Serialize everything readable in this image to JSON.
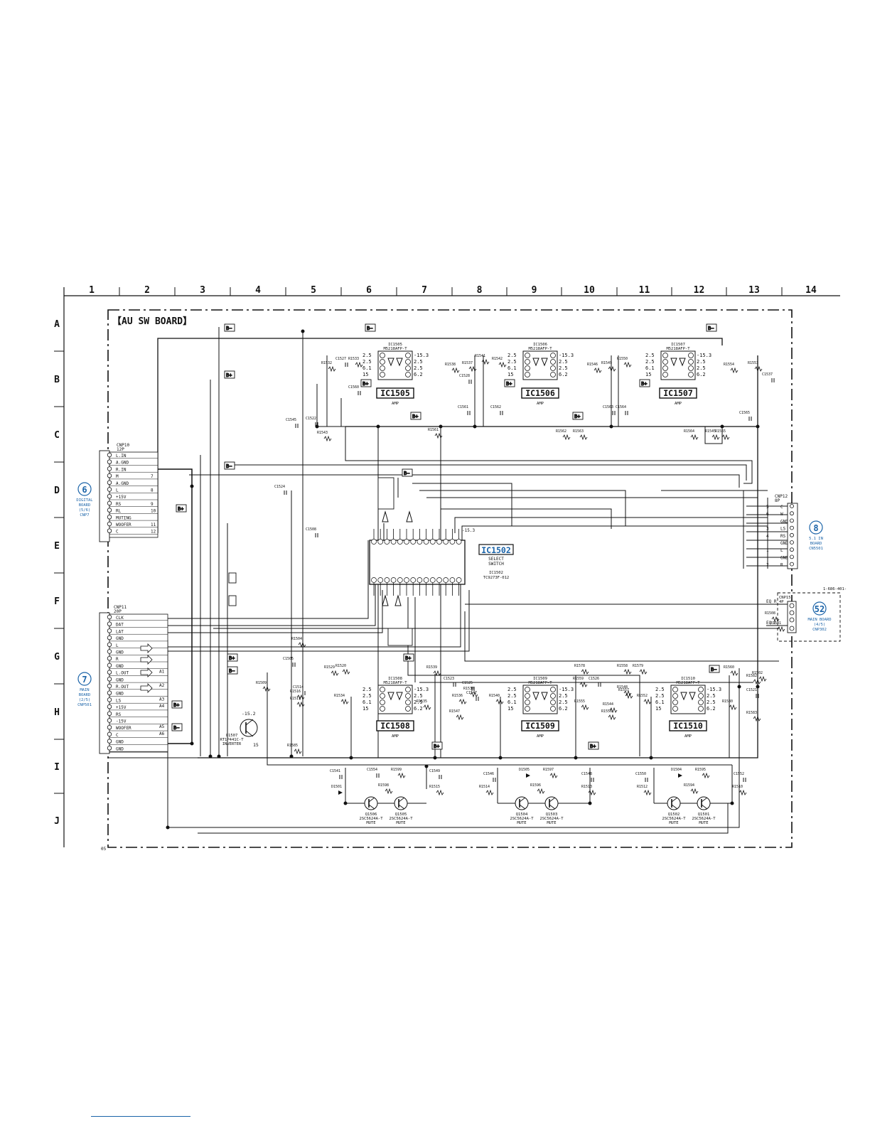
{
  "board_title": "【AU SW BOARD】",
  "page_code": "05",
  "grid": {
    "cols": [
      "1",
      "2",
      "3",
      "4",
      "5",
      "6",
      "7",
      "8",
      "9",
      "10",
      "11",
      "12",
      "13",
      "14"
    ],
    "rows": [
      "A",
      "B",
      "C",
      "D",
      "E",
      "F",
      "G",
      "H",
      "I",
      "J"
    ]
  },
  "colors": {
    "line": "#111111",
    "accent": "#1a63a8"
  },
  "ics": [
    {
      "ref": "IC1505",
      "func": "AMP",
      "part_ref": "IC1505",
      "part": "M5218AFP-T"
    },
    {
      "ref": "IC1506",
      "func": "AMP",
      "part_ref": "IC1506",
      "part": "M5218AFP-T"
    },
    {
      "ref": "IC1507",
      "func": "AMP",
      "part_ref": "IC1507",
      "part": "M5218AFP-T"
    },
    {
      "ref": "IC1508",
      "func": "AMP",
      "part_ref": "IC1508",
      "part": "M5218AFP-T"
    },
    {
      "ref": "IC1509",
      "func": "AMP",
      "part_ref": "IC1509",
      "part": "M5218AFP-T"
    },
    {
      "ref": "IC1510",
      "func": "AMP",
      "part_ref": "IC1510",
      "part": "M5218AFP-T"
    }
  ],
  "select_switch": {
    "ref": "IC1502",
    "func1": "SELECT",
    "func2": "SWITCH",
    "part_ref": "IC1502",
    "part": "TC9273F-012",
    "supply": "-15.3"
  },
  "connectors": {
    "cnp10": {
      "name": "CNP10",
      "pins_label": "12P",
      "num": "6",
      "board_lines": [
        "DIGITAL",
        "BOARD",
        "(5/6)",
        "CNP7"
      ],
      "signals": [
        "L.IN",
        "A.GND",
        "R.IN",
        "M",
        "A.GND",
        "L",
        "+15V",
        "RS",
        "RL",
        "MUTING",
        "WOOFER",
        "C"
      ],
      "pin_nums": [
        "",
        "",
        "",
        "7",
        "",
        "8",
        "",
        "9",
        "10",
        "",
        "11",
        "12"
      ]
    },
    "cnp11": {
      "name": "CNP11",
      "pins_label": "20P",
      "num": "7",
      "board_lines": [
        "MAIN",
        "BOARD",
        "(2/5)",
        "CNP501"
      ],
      "signals": [
        "CLK",
        "DAT",
        "LAT",
        "GND",
        "L",
        "GND",
        "R",
        "GND",
        "L.OUT",
        "GND",
        "R.OUT",
        "GND",
        "LS",
        "+15V",
        "RS",
        "-15V",
        "WOOFER",
        "C",
        "GND",
        "GND"
      ],
      "tags": [
        "",
        "",
        "",
        "",
        "",
        "",
        "",
        "",
        "A1",
        "",
        "A2",
        "",
        "A3",
        "A4",
        "",
        "",
        "A5",
        "A6",
        "",
        ""
      ]
    },
    "cnp12": {
      "name": "CNP12",
      "pins_label": "8P",
      "num": "8",
      "board_lines": [
        "5.1 IN",
        "BOARD",
        "CN5501"
      ],
      "signals": [
        "C",
        "W",
        "GND",
        "LS",
        "RS",
        "GND",
        "L",
        "GND",
        "R"
      ],
      "pins": [
        "5",
        "6",
        "",
        "3",
        "4",
        "",
        "1",
        "",
        "2"
      ]
    },
    "cnp15": {
      "name": "CNP15",
      "pins_label": "4P",
      "num": "52",
      "board_lines": [
        "MAIN BOARD",
        "(4/5)",
        "CNP302"
      ],
      "signals": [
        "EQ R",
        "EQ L"
      ],
      "note": "1-686-401-"
    }
  },
  "labels": {
    "b_minus": "B−",
    "b_plus": "B+",
    "inverter_ref": "Q1507",
    "inverter_part": "RT1P441C-T",
    "inverter_func": "INVERTER",
    "inverter_volt": "-15.2",
    "inverter_v2": "15"
  },
  "transistors": [
    {
      "ref": "Q1506",
      "part": "2SC5624A-T",
      "func": "MUTE"
    },
    {
      "ref": "Q1505",
      "part": "2SC5624A-T",
      "func": "MUTE"
    },
    {
      "ref": "Q1504",
      "part": "2SC5624A-T",
      "func": "MUTE"
    },
    {
      "ref": "Q1503",
      "part": "2SC5624A-T",
      "func": "MUTE"
    },
    {
      "ref": "Q1502",
      "part": "2SC5624A-T",
      "func": "MUTE"
    },
    {
      "ref": "Q1501",
      "part": "2SC5624A-T",
      "func": "MUTE"
    }
  ],
  "components": [
    "R1532",
    "C1527",
    "R1533",
    "R1538",
    "R1537",
    "C1528",
    "C1560",
    "C1561",
    "R1541",
    "R1542",
    "R1546",
    "R1549",
    "R1550",
    "R1554",
    "R1553",
    "C1537",
    "C1562",
    "C1563",
    "C1564",
    "C1565",
    "C1522",
    "C1545",
    "R1543",
    "R1561",
    "R1562",
    "R1563",
    "R1564",
    "R1565",
    "C1524",
    "C1508",
    "R1504",
    "C1505",
    "R1529",
    "R1539",
    "C1526",
    "R1509",
    "C1514",
    "R1516",
    "R1517",
    "R1534",
    "R1535",
    "R1536",
    "R1530",
    "R1547",
    "R1540",
    "R1555",
    "R1556",
    "R1559",
    "R1548",
    "R1552",
    "R1557",
    "R1558",
    "R1560",
    "R1580",
    "R1582",
    "C1521",
    "R1583",
    "R1585",
    "C1541",
    "C1549",
    "C1546",
    "C1548",
    "C1550",
    "C1552",
    "C1554",
    "R1599",
    "R1598",
    "D1505",
    "R1597",
    "R1596",
    "D1504",
    "R1595",
    "R1594",
    "D1501",
    "R1515",
    "R1514",
    "R1513",
    "R1512",
    "R1510",
    "R1508",
    "R1501",
    "R1502",
    "C1523",
    "C1525",
    "C1547",
    "R1520",
    "R1578",
    "R1579",
    "R1544",
    "R1545"
  ]
}
